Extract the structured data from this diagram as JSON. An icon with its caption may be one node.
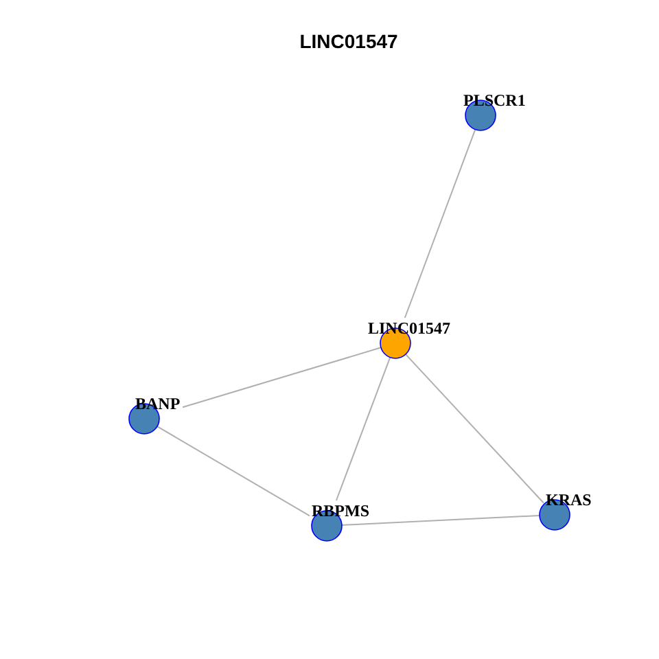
{
  "diagram": {
    "title": "LINC01547",
    "nodes": [
      {
        "text": [
          "PLSCR1"
        ]
      },
      {
        "text": [
          "LINC01547"
        ]
      },
      {
        "text": [
          "BANP"
        ]
      },
      {
        "text": [
          "RBPMS"
        ]
      },
      {
        "text": [
          "KRAS"
        ]
      }
    ],
    "edges": [
      {
        "from": 1,
        "to": 0,
        "arrow": "none"
      },
      {
        "from": 1,
        "to": 2,
        "arrow": "none"
      },
      {
        "from": 1,
        "to": 3,
        "arrow": "none"
      },
      {
        "from": 1,
        "to": 4,
        "arrow": "none"
      },
      {
        "from": 2,
        "to": 3,
        "arrow": "none"
      },
      {
        "from": 3,
        "to": 4,
        "arrow": "none"
      }
    ]
  }
}
